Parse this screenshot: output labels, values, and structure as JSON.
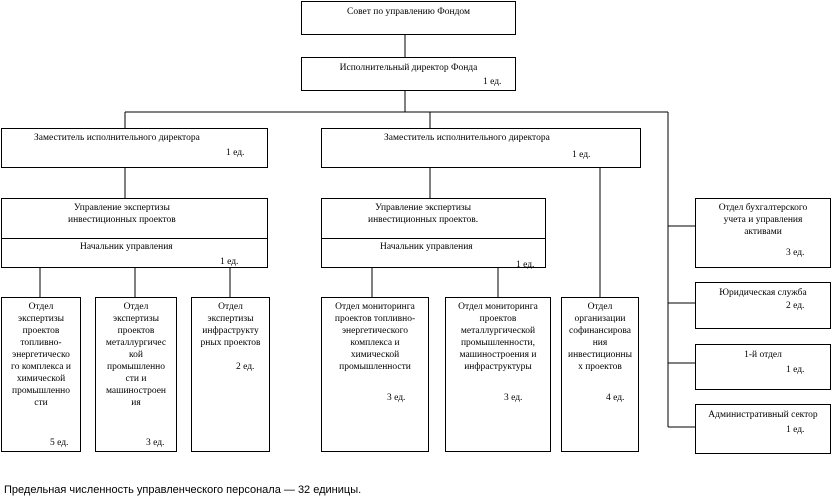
{
  "boards": {
    "council": "Совет по управлению Фондом",
    "exec_title": "Исполнительный директор Фонда",
    "exec_count": "1 ед."
  },
  "deputies": [
    {
      "title": "Заместитель исполнительного директора",
      "count": "1 ед."
    },
    {
      "title": "Заместитель исполнительного директора",
      "count": "1 ед."
    }
  ],
  "management": [
    {
      "title": "Управление экспертизы\nинвестиционных проектов",
      "head": "Начальник управления",
      "count": "1 ед."
    },
    {
      "title": "Управление экспертизы\nинвестиционных проектов.",
      "head": "Начальник управления",
      "count": "1 ед."
    }
  ],
  "departments": [
    {
      "text": "Отдел\nэкспертизы\nпроектов\nтопливно-\nэнергетическо\nго комплекса и\nхимической\nпромышленно\nсти",
      "count": "5 ед."
    },
    {
      "text": "Отдел\nэкспертизы\nпроектов\nметаллургичес\nкой\nпромышленно\nсти и\nмашиностроен\nия",
      "count": "3 ед."
    },
    {
      "text": "Отдел\nэкспертизы\nинфраструкту\nрных проектов",
      "count": "2 ед."
    },
    {
      "text": "Отдел мониторинга\nпроектов топливно-\nэнергетического\nкомплекса и\nхимической\nпромышленности",
      "count": "3 ед."
    },
    {
      "text": "Отдел мониторинга\nпроектов\nметаллургической\nпромышленности,\nмашиностроения и\nинфраструктуры",
      "count": "3 ед."
    },
    {
      "text": "Отдел\nорганизации\nсофинансирова\nния\nинвестиционны\nх проектов",
      "count": "4 ед."
    }
  ],
  "side_units": [
    {
      "text": "Отдел бухгалтерского\nучета и управления\nактивами",
      "count": "3 ед."
    },
    {
      "text": "Юридическая служба",
      "count": "2 ед."
    },
    {
      "text": "1-й отдел",
      "count": "1 ед."
    },
    {
      "text": "Административный сектор",
      "count": "1 ед."
    }
  ],
  "caption": "Предельная численность управленческого персонала — 32 единицы."
}
